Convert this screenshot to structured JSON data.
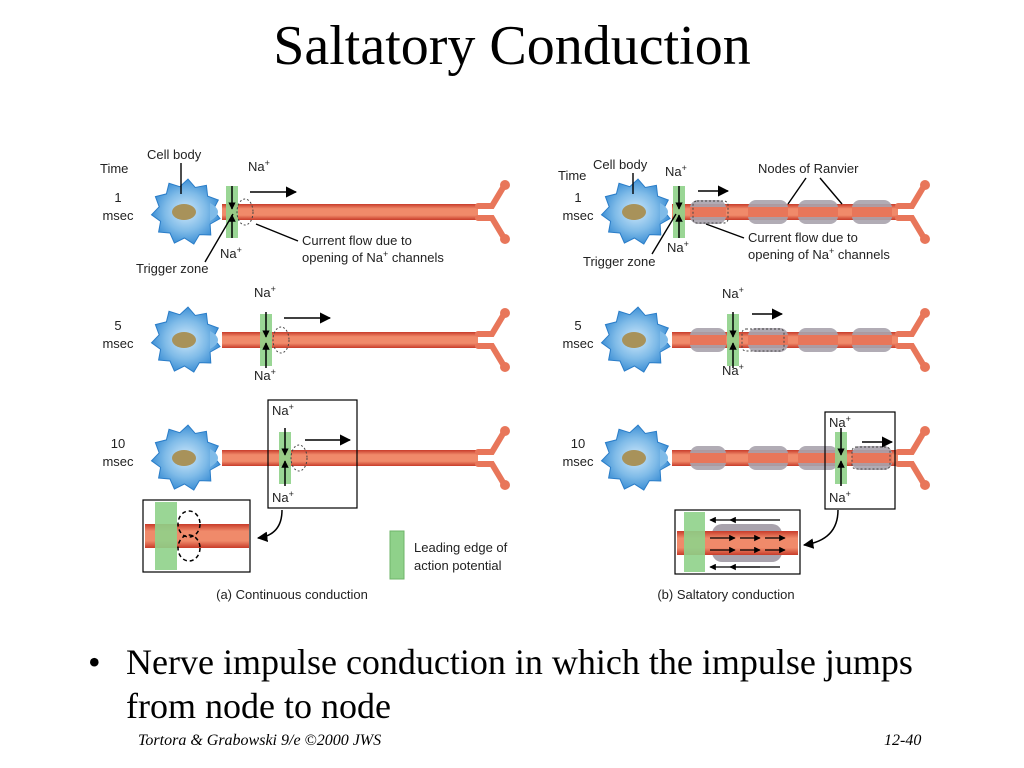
{
  "slide": {
    "title": "Saltatory Conduction",
    "bullet_symbol": "•",
    "bullet_text": "Nerve impulse conduction in which the impulse jumps from node to node",
    "footer_citation": "Tortora & Grabowski 9/e ©2000 JWS",
    "page_number": "12-40"
  },
  "colors": {
    "axon": "#e8765a",
    "axon_core": "#c8402e",
    "cell_body": "#3b8fd6",
    "cell_body_light": "#a9d4f2",
    "nucleus": "#a8925a",
    "leading_edge": "#8fd18a",
    "node_sheath": "#a9a3ad"
  },
  "diagram": {
    "panel_a": {
      "caption": "(a) Continuous conduction",
      "rows": [
        {
          "time_value": "1",
          "time_unit": "msec",
          "time_header": "Time"
        },
        {
          "time_value": "5",
          "time_unit": "msec"
        },
        {
          "time_value": "10",
          "time_unit": "msec"
        }
      ],
      "labels": {
        "cell_body": "Cell body",
        "na_plus": "Na",
        "plus": "+",
        "trigger_zone": "Trigger zone",
        "current_flow_line1": "Current flow due to",
        "current_flow_line2_pre": "opening of Na",
        "current_flow_line2_post": " channels"
      },
      "legend": {
        "line1": "Leading edge of",
        "line2": "action potential"
      }
    },
    "panel_b": {
      "caption": "(b) Saltatory conduction",
      "rows": [
        {
          "time_value": "1",
          "time_unit": "msec",
          "time_header": "Time"
        },
        {
          "time_value": "5",
          "time_unit": "msec"
        },
        {
          "time_value": "10",
          "time_unit": "msec"
        }
      ],
      "labels": {
        "cell_body": "Cell body",
        "na_plus": "Na",
        "plus": "+",
        "trigger_zone": "Trigger zone",
        "nodes_of_ranvier": "Nodes of Ranvier",
        "current_flow_line1": "Current flow due to",
        "current_flow_line2_pre": "opening of Na",
        "current_flow_line2_post": " channels"
      }
    }
  }
}
